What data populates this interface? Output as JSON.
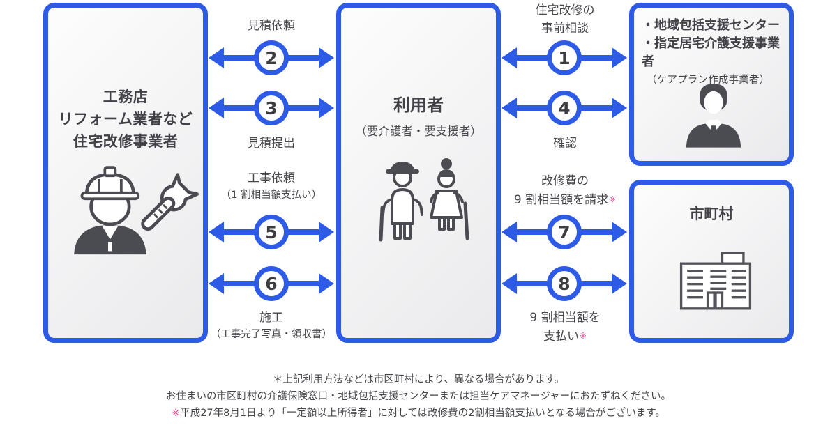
{
  "colors": {
    "blue": "#2e5be6",
    "ink": "#47474d",
    "icon": "#4b4b52",
    "pink": "#e8569c"
  },
  "contractor_box": {
    "line1": "工務店",
    "line2": "リフォーム業者など",
    "line3": "住宅改修事業者"
  },
  "user_box": {
    "title": "利用者",
    "subtitle": "（要介護者・要支援者）"
  },
  "support_box": {
    "line1": "・地域包括支援センター",
    "line2": "・指定居宅介護支援事業者",
    "line3": "（ケアプラン作成事業者）"
  },
  "municipality_box": {
    "title": "市町村"
  },
  "steps": {
    "s1": {
      "num": "1",
      "label1": "住宅改修の",
      "label2": "事前相談"
    },
    "s2": {
      "num": "2",
      "label": "見積依頼"
    },
    "s3": {
      "num": "3",
      "label": "見積提出"
    },
    "s4": {
      "num": "4",
      "label": "確認"
    },
    "s5": {
      "num": "5",
      "label": "工事依頼",
      "sub": "（1 割相当額支払い）"
    },
    "s6": {
      "num": "6",
      "label": "施工",
      "sub": "（工事完了写真・領収書）"
    },
    "s7": {
      "num": "7",
      "label1": "改修費の",
      "label2": "9 割相当額を請求",
      "mark": "※"
    },
    "s8": {
      "num": "8",
      "label1": "9 割相当額を",
      "label2": "支払い",
      "mark": "※"
    }
  },
  "footnotes": {
    "line1": "＊上記利用方法などは市区町村により、異なる場合があります。",
    "line2": "お住まいの市区町村の介護保険窓口・地域包括支援センターまたは担当ケアマネージャーにおたずねください。",
    "line3_mark": "※",
    "line3": "平成27年8月1日より「一定額以上所得者」に対しては改修費の2割相当額支払いとなる場合がございます。"
  }
}
